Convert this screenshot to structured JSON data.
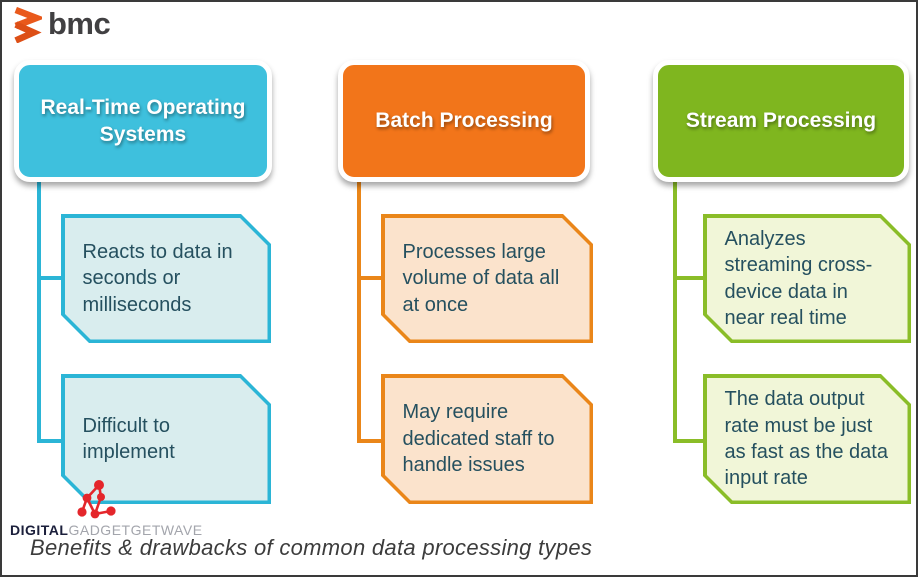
{
  "brand": {
    "name": "bmc",
    "icon_color": "#E65C1E",
    "text_color": "#414042"
  },
  "columns": [
    {
      "header": "Real-Time Operating Systems",
      "colors": {
        "header_fill": "#3EC0DD",
        "line": "#2BB5D6",
        "child_fill": "#D9EDEE",
        "text": "#25505F"
      },
      "children": [
        "Reacts to data in seconds or milliseconds",
        "Difficult to implement"
      ]
    },
    {
      "header": "Batch Processing",
      "colors": {
        "header_fill": "#F2751A",
        "line": "#EA8619",
        "child_fill": "#FBE3CC",
        "text": "#25505F"
      },
      "children": [
        "Processes large volume of data all at once",
        "May require dedicated staff to handle issues"
      ]
    },
    {
      "header": "Stream Processing",
      "colors": {
        "header_fill": "#7FB61F",
        "line": "#8ABD28",
        "child_fill": "#F1F6D8",
        "text": "#25505F"
      },
      "children": [
        "Analyzes streaming cross-device data in near real time",
        "The data output rate must be just as fast as the data input rate"
      ]
    }
  ],
  "watermark": {
    "bold": "DIGITAL",
    "light": "GADGETGETWAVE",
    "icon_color": "#E4262B"
  },
  "caption": "Benefits & drawbacks of common data processing types"
}
